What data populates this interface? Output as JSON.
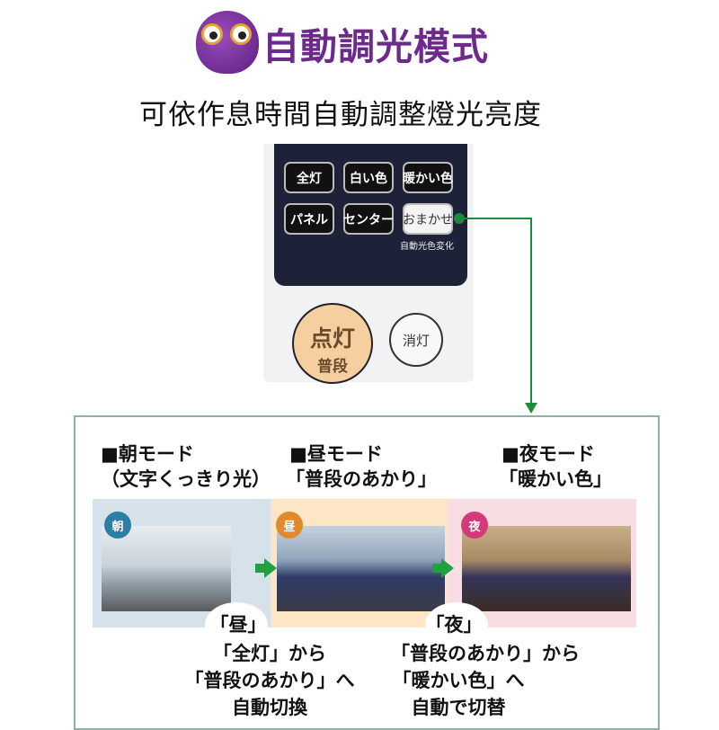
{
  "header": {
    "title": "自動調光模式",
    "subtitle": "可依作息時間自動調整燈光亮度"
  },
  "remote": {
    "buttons": [
      "全灯",
      "白い色",
      "暖かい色",
      "パネル",
      "センター",
      "おまかせ"
    ],
    "omakase_sublabel": "自動光色変化",
    "power_on": {
      "line1": "点灯",
      "line2": "普段"
    },
    "power_off": "消灯"
  },
  "modes": [
    {
      "heading": "■朝モード",
      "subheading": "（文字くっきり光）",
      "badge": "朝",
      "badge_color": "#2b7ea5",
      "band_color": "#d6e2ea"
    },
    {
      "heading": "■昼モード",
      "subheading": "「普段のあかり」",
      "badge": "昼",
      "badge_color": "#e18a2d",
      "band_color": "#fde6c6"
    },
    {
      "heading": "■夜モード",
      "subheading": "「暖かい色」",
      "badge": "夜",
      "badge_color": "#d43a78",
      "band_color": "#f8dde3"
    }
  ],
  "transitions": [
    {
      "label": "「昼」",
      "lines": [
        "「全灯」から",
        "「普段のあかり」へ",
        "自動切換"
      ]
    },
    {
      "label": "「夜」",
      "lines": [
        "「普段のあかり」から",
        "「暖かい色」へ",
        "自動で切替"
      ]
    }
  ],
  "colors": {
    "title": "#6b2a8c",
    "connector": "#1f8a3a"
  }
}
